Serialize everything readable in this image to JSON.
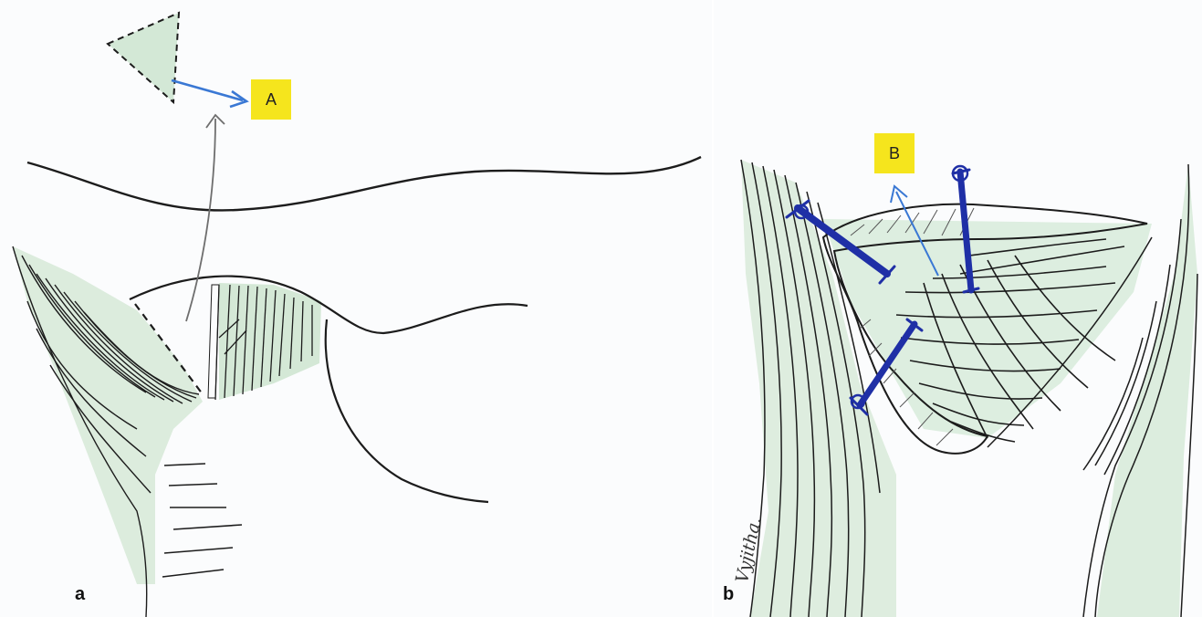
{
  "figure": {
    "panels": [
      {
        "id": "a",
        "panel_label": "a",
        "box_label": "A"
      },
      {
        "id": "b",
        "panel_label": "b",
        "box_label": "B",
        "signature": "Vyjitha."
      }
    ],
    "colors": {
      "ink": "#1c1c1c",
      "muscle_green": "#cfe6d2",
      "label_yellow": "#f5e51d",
      "arrow_blue": "#3a78d4",
      "suture_navy": "#1f2fa6"
    }
  }
}
